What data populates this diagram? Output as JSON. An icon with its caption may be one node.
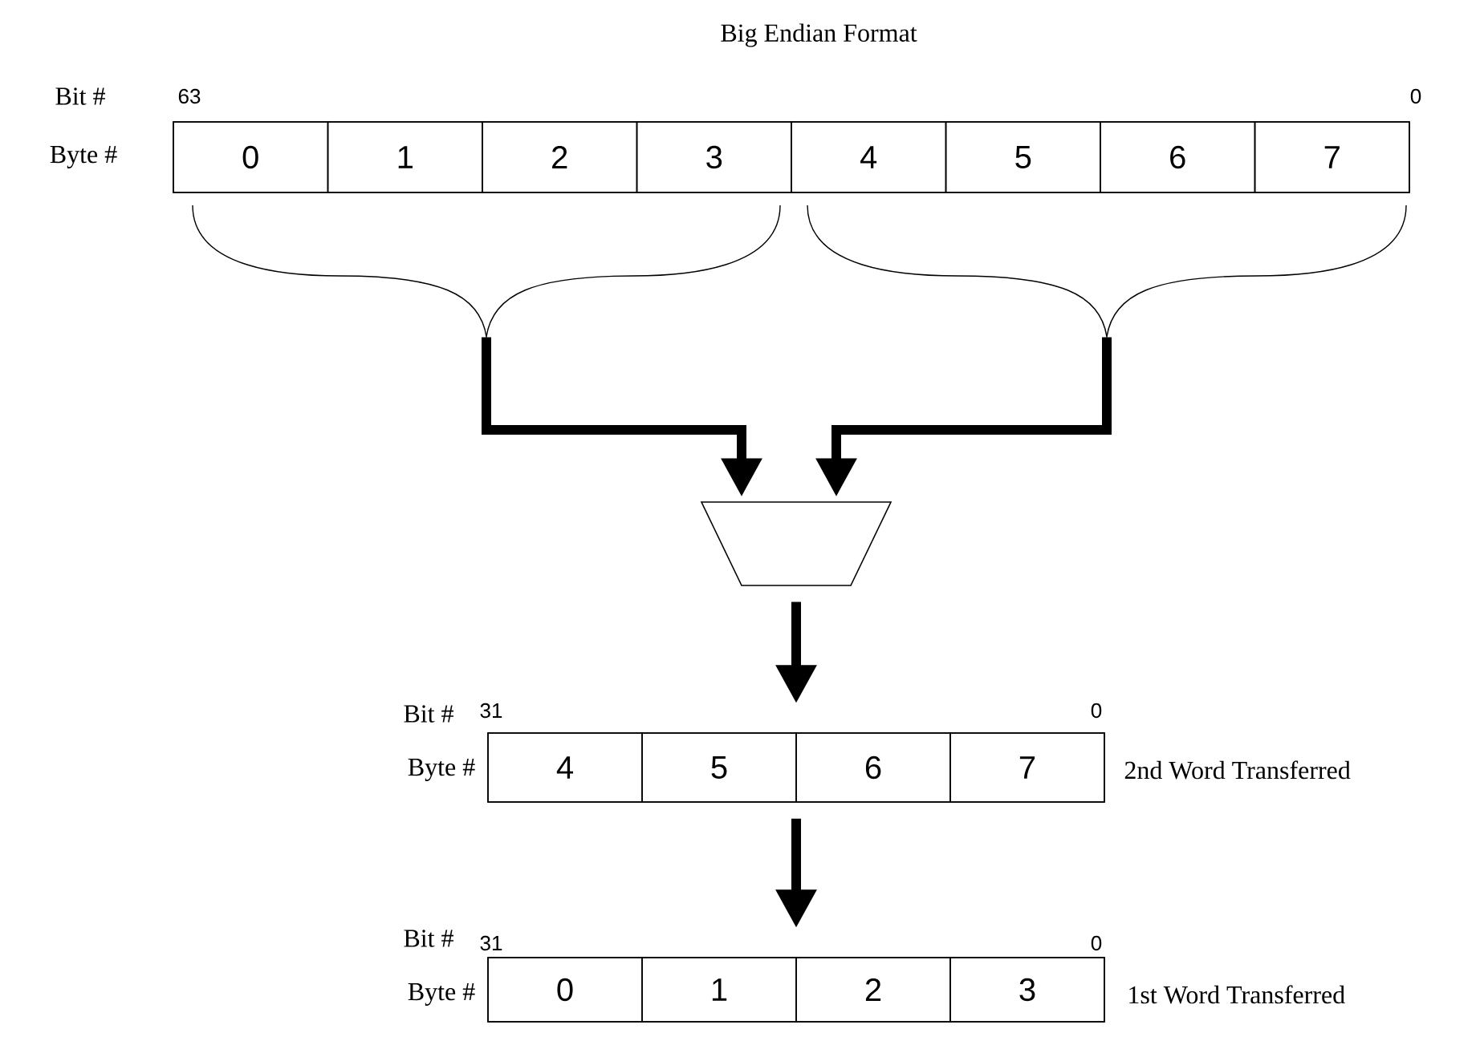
{
  "diagram": {
    "title": "Big Endian Format",
    "nodes": [
      {
        "text": [],
        "shape": "box",
        "beside": [
          "Bit #",
          "63",
          "0",
          "Byte #"
        ]
      },
      {
        "text": [
          "0"
        ],
        "in": 0
      },
      {
        "text": [
          "1"
        ],
        "in": 0
      },
      {
        "text": [
          "2"
        ],
        "in": 0
      },
      {
        "text": [
          "3"
        ],
        "in": 0
      },
      {
        "text": [
          "4"
        ],
        "in": 0
      },
      {
        "text": [
          "5"
        ],
        "in": 0
      },
      {
        "text": [
          "6"
        ],
        "in": 0
      },
      {
        "text": [
          "7"
        ],
        "in": 0
      },
      {
        "text": [],
        "shape": "brace"
      },
      {
        "text": [],
        "shape": "brace"
      },
      {
        "text": [],
        "shape": "trapezoid"
      },
      {
        "text": [],
        "shape": "box",
        "beside": [
          "Bit #",
          "31",
          "0",
          "Byte #",
          "2nd Word Transferred"
        ]
      },
      {
        "text": [
          "4"
        ],
        "in": 12
      },
      {
        "text": [
          "5"
        ],
        "in": 12
      },
      {
        "text": [
          "6"
        ],
        "in": 12
      },
      {
        "text": [
          "7"
        ],
        "in": 12
      },
      {
        "text": [],
        "shape": "box",
        "beside": [
          "Bit #",
          "31",
          "0",
          "Byte #",
          "1st Word Transferred"
        ]
      },
      {
        "text": [
          "0"
        ],
        "in": 17
      },
      {
        "text": [
          "1"
        ],
        "in": 17
      },
      {
        "text": [
          "2"
        ],
        "in": 17
      },
      {
        "text": [
          "3"
        ],
        "in": 17
      }
    ],
    "edges": [
      {
        "from": 9,
        "to": 11,
        "arrow": "to"
      },
      {
        "from": 10,
        "to": 11,
        "arrow": "to"
      },
      {
        "from": 11,
        "to": 12,
        "arrow": "to"
      },
      {
        "from": 12,
        "to": 17,
        "arrow": "to"
      }
    ]
  }
}
